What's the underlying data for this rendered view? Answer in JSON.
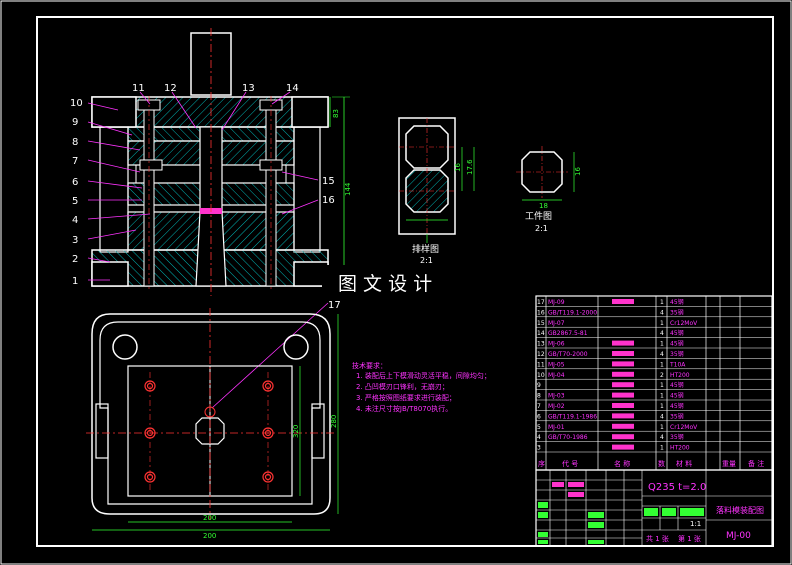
{
  "watermark": "图 文 设 计",
  "part_numbers_left": [
    "10",
    "9",
    "8",
    "7",
    "6",
    "5",
    "4",
    "3",
    "2",
    "1"
  ],
  "part_numbers_top": [
    "11",
    "12",
    "13",
    "14"
  ],
  "part_numbers_right": [
    "15",
    "16",
    "17"
  ],
  "dimensions": {
    "d83": "83",
    "d144": "144",
    "d16": "16",
    "d176": "17.6",
    "d18": "18",
    "d16w": "16",
    "d200a": "200",
    "d200b": "200",
    "d320": "320",
    "d280": "280"
  },
  "labels": {
    "strip_layout": "排样图",
    "strip_scale": "2:1",
    "workpiece": "工件图",
    "workpiece_scale": "2:1"
  },
  "tech_requirements": {
    "title": "技术要求：",
    "lines": [
      "1. 装配后上下模滑动灵活平稳，间隙均匀；",
      "2. 凸凹模刃口锋利，无崩刃；",
      "3. 严格按照图纸要求进行装配；",
      "4. 未注尺寸按JB/T8070执行。"
    ]
  },
  "bom_rows": [
    {
      "no": "17",
      "code": "MJ-09",
      "mark": true,
      "qty": "1",
      "mat": "45钢"
    },
    {
      "no": "16",
      "code": "GB/T119.1-2000",
      "mark": false,
      "qty": "4",
      "mat": "35钢"
    },
    {
      "no": "15",
      "code": "MJ-07",
      "mark": false,
      "qty": "1",
      "mat": "Cr12MoV"
    },
    {
      "no": "14",
      "code": "GB2867.5-81",
      "mark": false,
      "qty": "4",
      "mat": "45钢"
    },
    {
      "no": "13",
      "code": "MJ-06",
      "mark": true,
      "qty": "1",
      "mat": "45钢"
    },
    {
      "no": "12",
      "code": "GB/T70-2000",
      "mark": true,
      "qty": "4",
      "mat": "35钢"
    },
    {
      "no": "11",
      "code": "MJ-05",
      "mark": true,
      "qty": "1",
      "mat": "T10A"
    },
    {
      "no": "10",
      "code": "MJ-04",
      "mark": true,
      "qty": "2",
      "mat": "HT200"
    },
    {
      "no": "9",
      "code": "",
      "mark": true,
      "qty": "1",
      "mat": "45钢"
    },
    {
      "no": "8",
      "code": "MJ-03",
      "mark": true,
      "qty": "1",
      "mat": "45钢"
    },
    {
      "no": "7",
      "code": "MJ-02",
      "mark": true,
      "qty": "1",
      "mat": "45钢"
    },
    {
      "no": "6",
      "code": "GB/T119.1-1986",
      "mark": true,
      "qty": "4",
      "mat": "35钢"
    },
    {
      "no": "5",
      "code": "MJ-01",
      "mark": true,
      "qty": "1",
      "mat": "Cr12MoV"
    },
    {
      "no": "4",
      "code": "GB/T70-1986",
      "mark": true,
      "qty": "4",
      "mat": "35钢"
    },
    {
      "no": "3",
      "code": "",
      "mark": true,
      "qty": "1",
      "mat": "HT200"
    }
  ],
  "bom_header": {
    "no": "序",
    "code": "代 号",
    "name": "名 称",
    "qty": "数",
    "mat": "材 料",
    "wt": "重量",
    "note": "备 注"
  },
  "title_block": {
    "material": "Q235 t=2.0",
    "drawing_name": "落料模装配图",
    "drawing_code": "MJ-00",
    "scale": "1:1",
    "sheet_total": "共 1 张",
    "sheet_no": "第 1 张"
  },
  "colors": {
    "background": "#000000",
    "frame": "#ffffff",
    "part_outline": "#ffffff",
    "hatch": "#00cccc",
    "center_line": "#ff3333",
    "leader": "#ff33ff",
    "dimension": "#33ff33",
    "highlight": "#ff33cc"
  }
}
